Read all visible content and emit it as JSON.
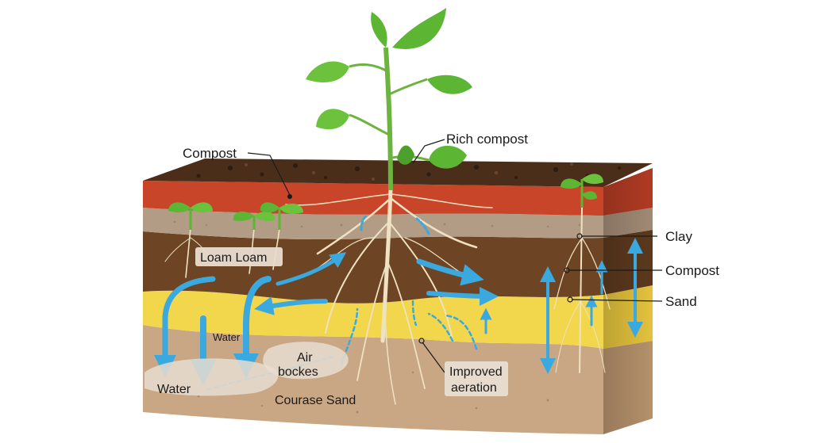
{
  "labels": {
    "compost_top": "Compost",
    "rich_compost": "Rich compost",
    "clay": "Clay",
    "compost_right": "Compost",
    "sand": "Sand",
    "loam": "Loam Loam",
    "water_upper": "Water",
    "water_lower": "Water",
    "air_line1": "Air",
    "air_line2": "bockes",
    "improved_line1": "Improved",
    "improved_line2": "aeration",
    "coarse_sand": "Courase Sand"
  },
  "colors": {
    "top_soil": "#4a2e1a",
    "red_layer": "#c8452a",
    "gray_layer": "#b09a84",
    "loam_layer": "#6e4524",
    "sand_layer": "#f1d64a",
    "coarse_sand_layer": "#caa882",
    "water_arrow": "#3aa9e0",
    "leaf": "#5cb533",
    "root": "#efe2c2"
  },
  "icons": [
    "sprout-icon",
    "water-arrow-icon",
    "root-icon"
  ]
}
